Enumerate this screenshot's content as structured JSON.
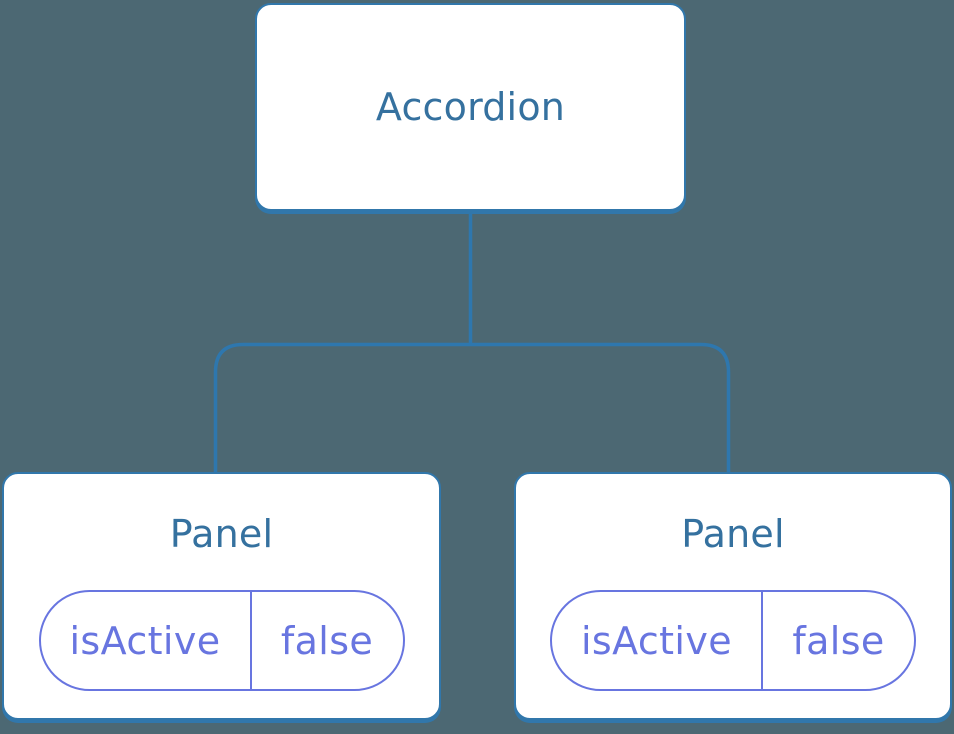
{
  "diagram": {
    "root": {
      "label": "Accordion"
    },
    "panels": [
      {
        "label": "Panel",
        "state": {
          "key": "isActive",
          "value": "false"
        }
      },
      {
        "label": "Panel",
        "state": {
          "key": "isActive",
          "value": "false"
        }
      }
    ]
  },
  "colors": {
    "background": "#4C6873",
    "box-fill": "#FFFFFF",
    "box-border": "#3177AB",
    "heading-text": "#35719F",
    "state-accent": "#6875E0",
    "connector": "#2E77AE"
  }
}
